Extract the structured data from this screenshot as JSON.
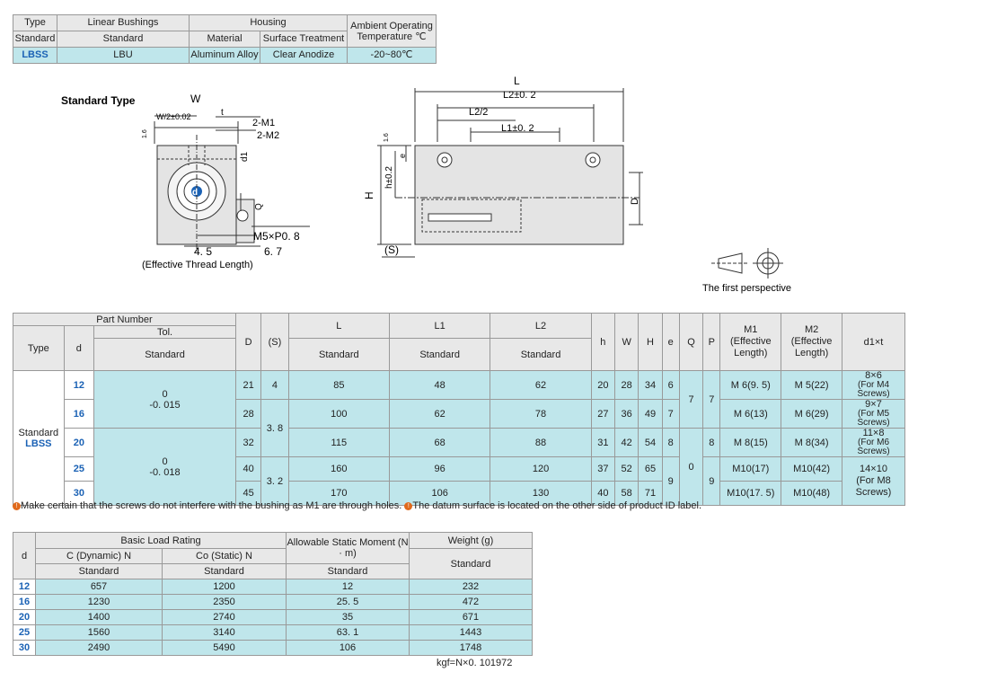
{
  "spec": {
    "h_type": "Type",
    "h_linear": "Linear Bushings",
    "h_housing": "Housing",
    "h_ambient": "Ambient Operating Temperature ℃",
    "h_standard": "Standard",
    "h_standard2": "Standard",
    "h_material": "Material",
    "h_surface": "Surface Treatment",
    "v_type": "LBSS",
    "v_bushing": "LBU",
    "v_material": "Aluminum Alloy",
    "v_surface": "Clear Anodize",
    "v_temp": "-20~80℃"
  },
  "drawing": {
    "title": "Standard Type",
    "w": "W",
    "w2": "W/2±0.02",
    "t": "t",
    "m1": "2-M1",
    "m2": "2-M2",
    "d1": "d1",
    "q": "Q",
    "d": "d",
    "m5": "M5×P0. 8",
    "v45": "4. 5",
    "v67": "6. 7",
    "eff": "(Effective Thread Length)",
    "L": "L",
    "L2": "L2±0. 2",
    "L22": "L2/2",
    "L1": "L1±0. 2",
    "H": "H",
    "h": "h±0.2",
    "e": "e",
    "D": "D",
    "S": "(S)",
    "rough": "1.6",
    "perspective": "The first perspective"
  },
  "dims": {
    "h_part": "Part Number",
    "h_tol": "Tol.",
    "h_type": "Type",
    "h_d": "d",
    "h_std": "Standard",
    "h_D": "D",
    "h_S": "(S)",
    "h_L": "L",
    "h_L1": "L1",
    "h_L2": "L2",
    "h_h": "h",
    "h_W": "W",
    "h_H": "H",
    "h_e": "e",
    "h_Q": "Q",
    "h_P": "P",
    "h_M1": "M1",
    "h_M2": "M2",
    "h_eff": "(Effective",
    "h_len": "Length)",
    "h_dt": "d1×t",
    "type1": "Standard",
    "type2": "LBSS",
    "tolA1": "0",
    "tolA2": "-0. 015",
    "tolB1": "0",
    "tolB2": "-0. 018",
    "s1": "4",
    "s2": "3. 8",
    "s3": "3. 2",
    "q1": "7",
    "q2": "0",
    "p1": "7",
    "p2": "8",
    "p3": "9",
    "e2": "9",
    "rows": [
      {
        "d": "12",
        "D": "21",
        "L": "85",
        "L1": "48",
        "L2": "62",
        "h": "20",
        "W": "28",
        "H": "34",
        "e": "6",
        "M1": "M 6(9. 5)",
        "M2": "M 5(22)",
        "dt": "8×6",
        "dt2": "(For M4 Screws)"
      },
      {
        "d": "16",
        "D": "28",
        "L": "100",
        "L1": "62",
        "L2": "78",
        "h": "27",
        "W": "36",
        "H": "49",
        "e": "7",
        "M1": "M 6(13)",
        "M2": "M 6(29)",
        "dt": "9×7",
        "dt2": "(For M5 Screws)"
      },
      {
        "d": "20",
        "D": "32",
        "L": "115",
        "L1": "68",
        "L2": "88",
        "h": "31",
        "W": "42",
        "H": "54",
        "e": "8",
        "M1": "M 8(15)",
        "M2": "M 8(34)",
        "dt": "11×8",
        "dt2": "(For M6 Screws)"
      },
      {
        "d": "25",
        "D": "40",
        "L": "160",
        "L1": "96",
        "L2": "120",
        "h": "37",
        "W": "52",
        "H": "65",
        "e": "",
        "M1": "M10(17)",
        "M2": "M10(42)",
        "dt": "14×10",
        "dt2": "(For M8"
      },
      {
        "d": "30",
        "D": "45",
        "L": "170",
        "L1": "106",
        "L2": "130",
        "h": "40",
        "W": "58",
        "H": "71",
        "e": "",
        "M1": "M10(17. 5)",
        "M2": "M10(48)",
        "dt": "",
        "dt2": "Screws)"
      }
    ]
  },
  "note": {
    "n1": "Make certain that the screws do not interfere with the bushing as M1 are through holes.",
    "n2": "The datum surface is located on the other side of product ID label."
  },
  "load": {
    "h_d": "d",
    "h_basic": "Basic Load Rating",
    "h_c": "C (Dynamic) N",
    "h_co": "Co (Static) N",
    "h_moment": "Allowable Static Moment (N · m)",
    "h_weight": "Weight (g)",
    "h_std": "Standard",
    "rows": [
      {
        "d": "12",
        "c": "657",
        "co": "1200",
        "m": "12",
        "w": "232"
      },
      {
        "d": "16",
        "c": "1230",
        "co": "2350",
        "m": "25. 5",
        "w": "472"
      },
      {
        "d": "20",
        "c": "1400",
        "co": "2740",
        "m": "35",
        "w": "671"
      },
      {
        "d": "25",
        "c": "1560",
        "co": "3140",
        "m": "63. 1",
        "w": "1443"
      },
      {
        "d": "30",
        "c": "2490",
        "co": "5490",
        "m": "106",
        "w": "1748"
      }
    ],
    "foot": "kgf=N×0. 101972"
  }
}
